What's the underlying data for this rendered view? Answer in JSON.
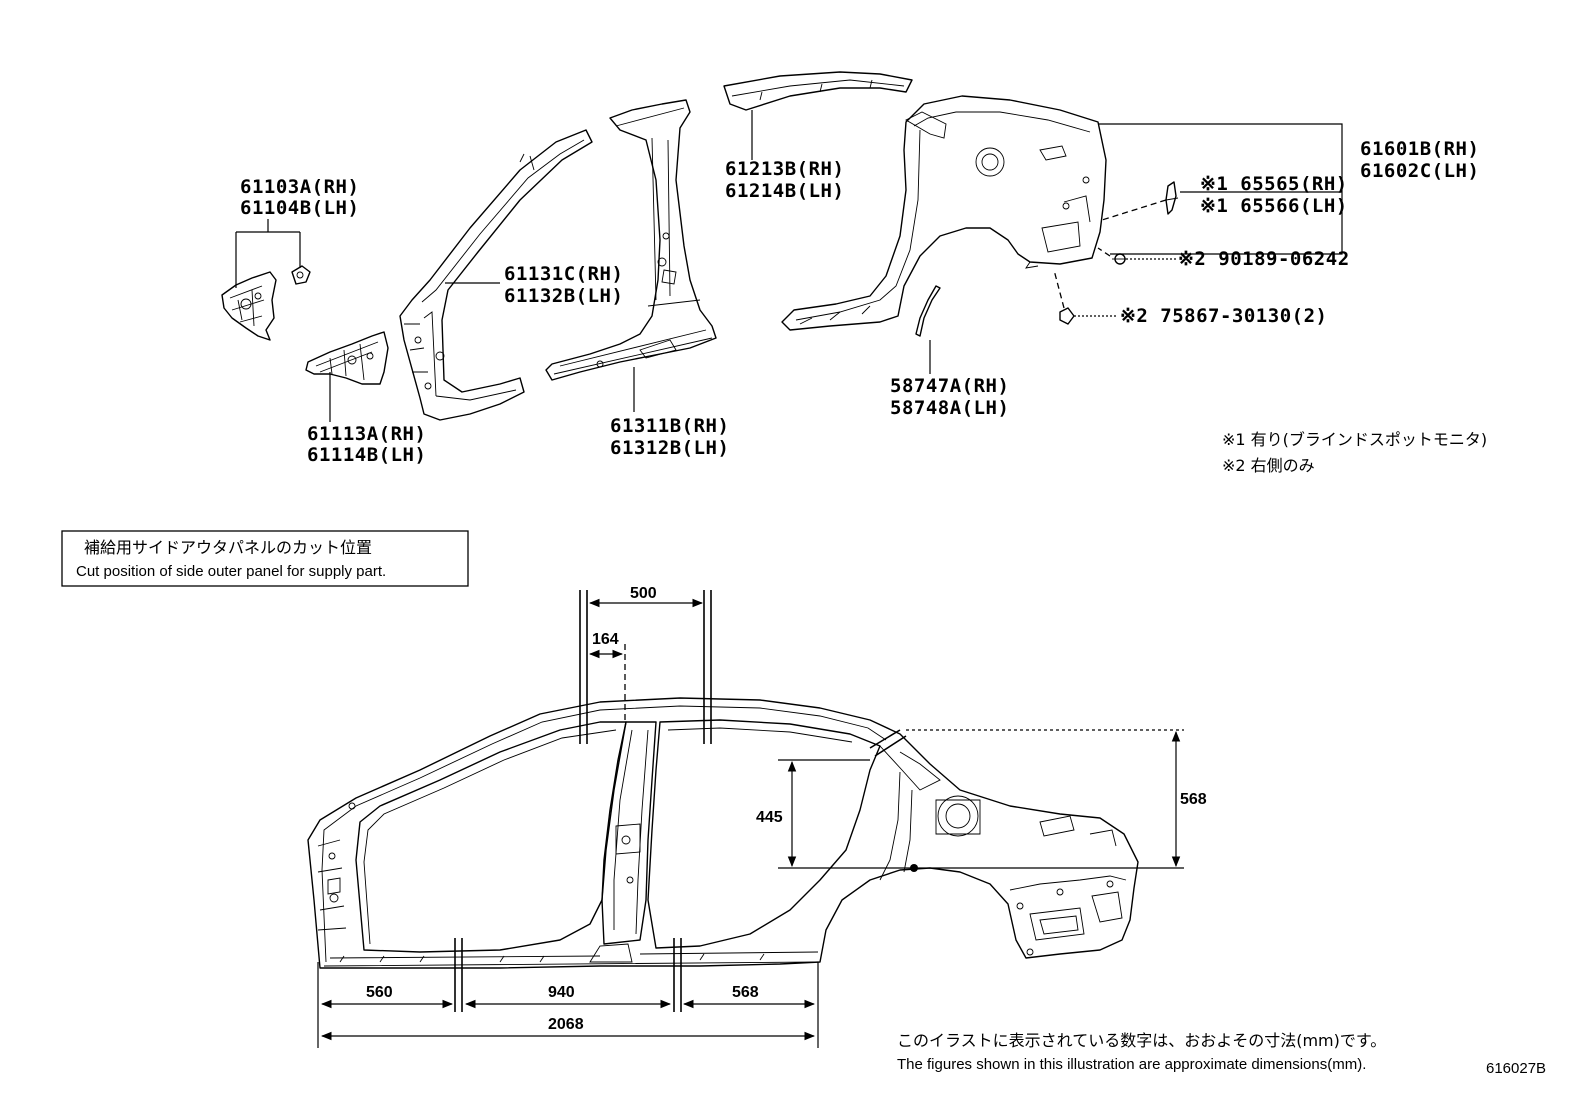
{
  "parts": {
    "p61103A": "61103A(RH)",
    "p61104B": "61104B(LH)",
    "p61113A": "61113A(RH)",
    "p61114B": "61114B(LH)",
    "p61131C": "61131C(RH)",
    "p61132B": "61132B(LH)",
    "p61311B": "61311B(RH)",
    "p61312B": "61312B(LH)",
    "p61213B": "61213B(RH)",
    "p61214B": "61214B(LH)",
    "p58747A": "58747A(RH)",
    "p58748A": "58748A(LH)",
    "p61601B": "61601B(RH)",
    "p61602C": "61602C(LH)",
    "p65565": "※1 65565(RH)",
    "p65566": "※1 65566(LH)",
    "p90189": "※2 90189-06242",
    "p75867": "※2 75867-30130(2)"
  },
  "notes": {
    "n1": "※1  有り(ブラインドスポットモニタ)",
    "n2": "※2  右側のみ"
  },
  "cut_box": {
    "jp": "補給用サイドアウタパネルのカット位置",
    "en": "Cut position of side outer panel for supply part."
  },
  "dimensions": {
    "d500": "500",
    "d164": "164",
    "d445": "445",
    "d568_right": "568",
    "d560": "560",
    "d940": "940",
    "d568_bottom": "568",
    "d2068": "2068"
  },
  "footer": {
    "jp": "このイラストに表示されている数字は、おおよその寸法(mm)です。",
    "en": "The figures shown in this illustration are approximate dimensions(mm).",
    "code": "616027B"
  }
}
